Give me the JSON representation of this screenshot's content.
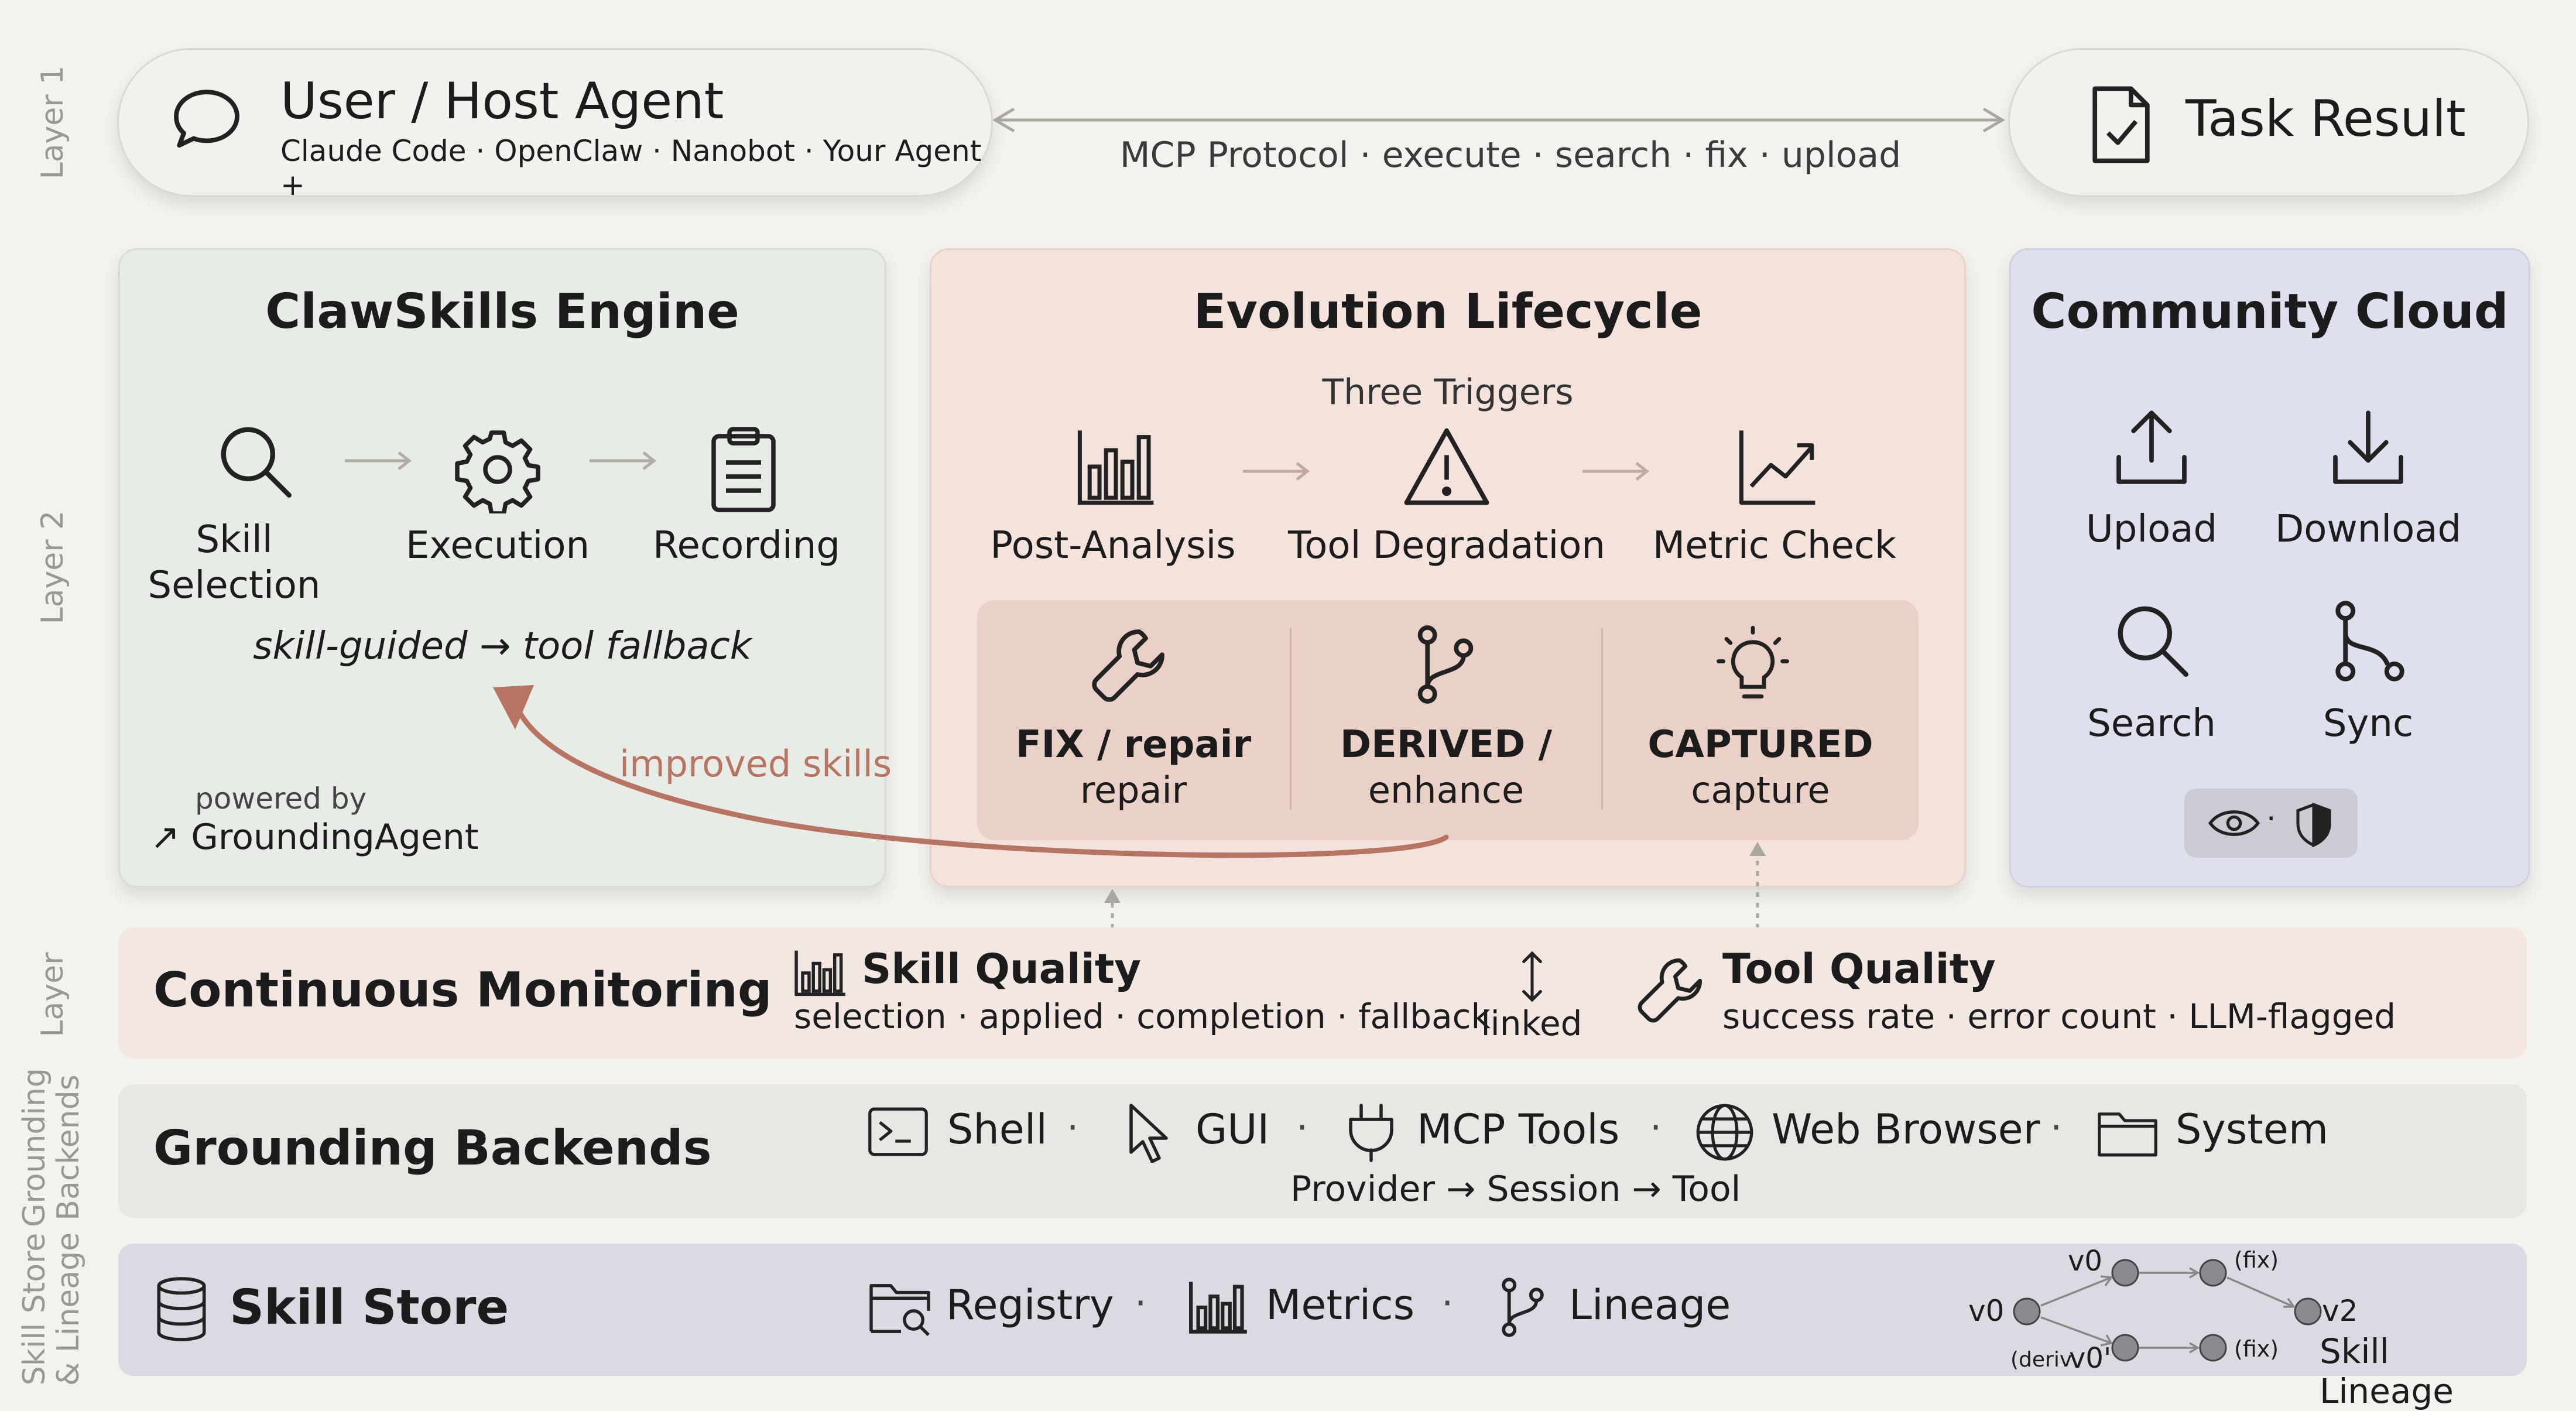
{
  "layer_labels": {
    "layer1": "Layer 1",
    "layer2": "Layer 2",
    "layer3": "Layer",
    "grounding": [
      "Grounding",
      "Backends"
    ],
    "store": [
      "Skill Store",
      "& Lineage"
    ]
  },
  "user_agent": {
    "title": "User / Host Agent",
    "subtitle": "Claude Code · OpenClaw · Nanobot · Your Agent +"
  },
  "protocol": "MCP Protocol · execute · search · fix · upload",
  "task_result": "Task Result",
  "engine": {
    "title": "ClawSkills Engine",
    "steps": [
      "Skill\nSelection",
      "Execution",
      "Recording"
    ],
    "note": "skill-guided → tool fallback",
    "powered_by": "powered by",
    "grounding_agent": "↗ GroundingAgent"
  },
  "improved_skills": "improved skills",
  "evolution": {
    "title": "Evolution Lifecycle",
    "triggers_label": "Three Triggers",
    "triggers": [
      "Post-Analysis",
      "Tool Degradation",
      "Metric Check"
    ],
    "modes": [
      {
        "name": "FIX / repair",
        "sub": "repair"
      },
      {
        "name": "DERIVED /",
        "sub": "enhance"
      },
      {
        "name": "CAPTURED",
        "sub": "capture"
      }
    ]
  },
  "community": {
    "title": "Community Cloud",
    "actions": [
      "Upload",
      "Download",
      "Search",
      "Sync"
    ],
    "dot": "·"
  },
  "monitoring": {
    "title": "Continuous Monitoring",
    "skill_quality": "Skill Quality",
    "skill_metrics": "selection · applied · completion · fallback",
    "linked": "linked",
    "tool_quality": "Tool Quality",
    "tool_metrics": "success rate · error count · LLM-flagged"
  },
  "grounding": {
    "title": "Grounding Backends",
    "items": [
      "Shell",
      "GUI",
      "MCP Tools",
      "Web Browser",
      "System"
    ],
    "sep": "·",
    "chain": "Provider → Session → Tool"
  },
  "store": {
    "title": "Skill Store",
    "items": [
      "Registry",
      "Metrics",
      "Lineage"
    ],
    "sep": "·",
    "lineage": {
      "root": "v0",
      "top": "v0",
      "fix_top": "(fix)",
      "v2": "v2",
      "derived": "(deriv",
      "derived_node": "v0'",
      "fix_bottom": "(fix)",
      "caption": "Skill Lineage"
    }
  },
  "colors": {
    "background": "#f4f2ee",
    "engine_bg": "#e8ece6",
    "evolution_bg": "#f3e3dc",
    "evolution_inner": "#ead1c7",
    "community_bg": "#dfe0ee",
    "monitoring_bg": "#f2e8e1",
    "grounding_bg": "#e6e8e3",
    "store_bg": "#dcd9e2",
    "accent_arrow": "#b87462"
  }
}
